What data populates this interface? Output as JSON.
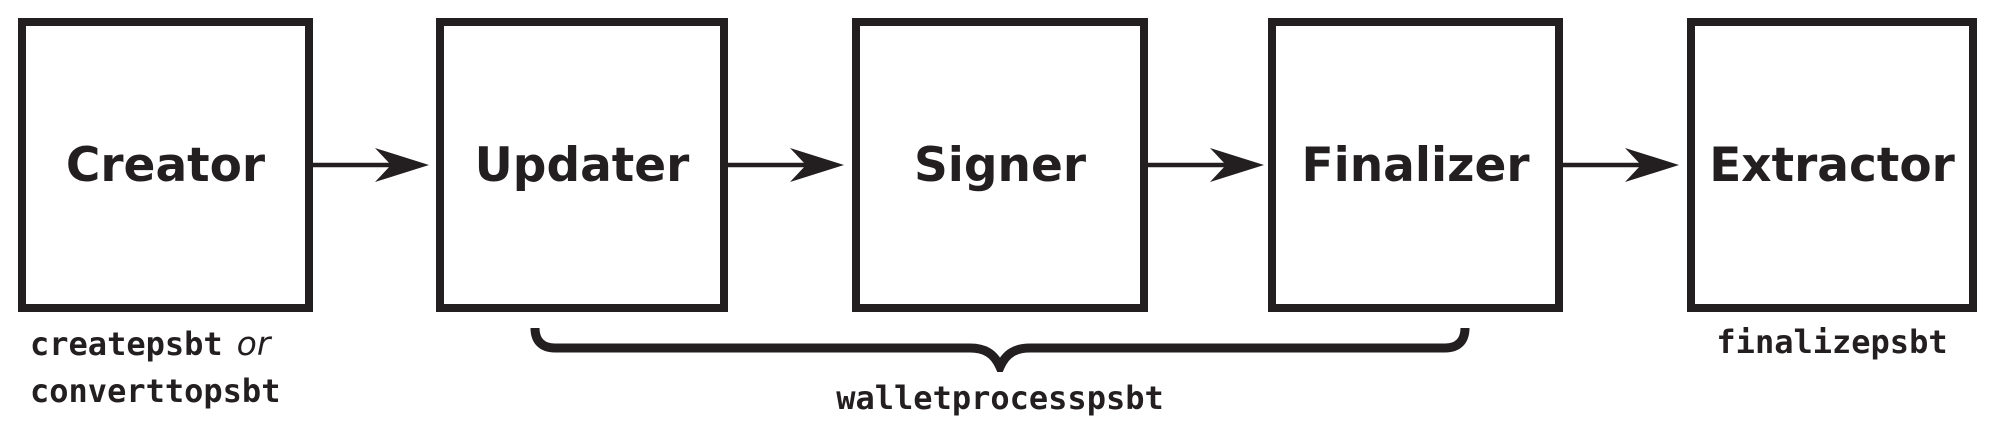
{
  "diagram": {
    "boxes": [
      {
        "label": "Creator"
      },
      {
        "label": "Updater"
      },
      {
        "label": "Signer"
      },
      {
        "label": "Finalizer"
      },
      {
        "label": "Extractor"
      }
    ],
    "captions": {
      "creator_cmd1": "createpsbt",
      "creator_or": "or",
      "creator_cmd2": "converttopsbt",
      "brace_label": "walletprocesspsbt",
      "extractor_label": "finalizepsbt"
    },
    "colors": {
      "ink": "#231f20",
      "background": "#ffffff"
    }
  }
}
